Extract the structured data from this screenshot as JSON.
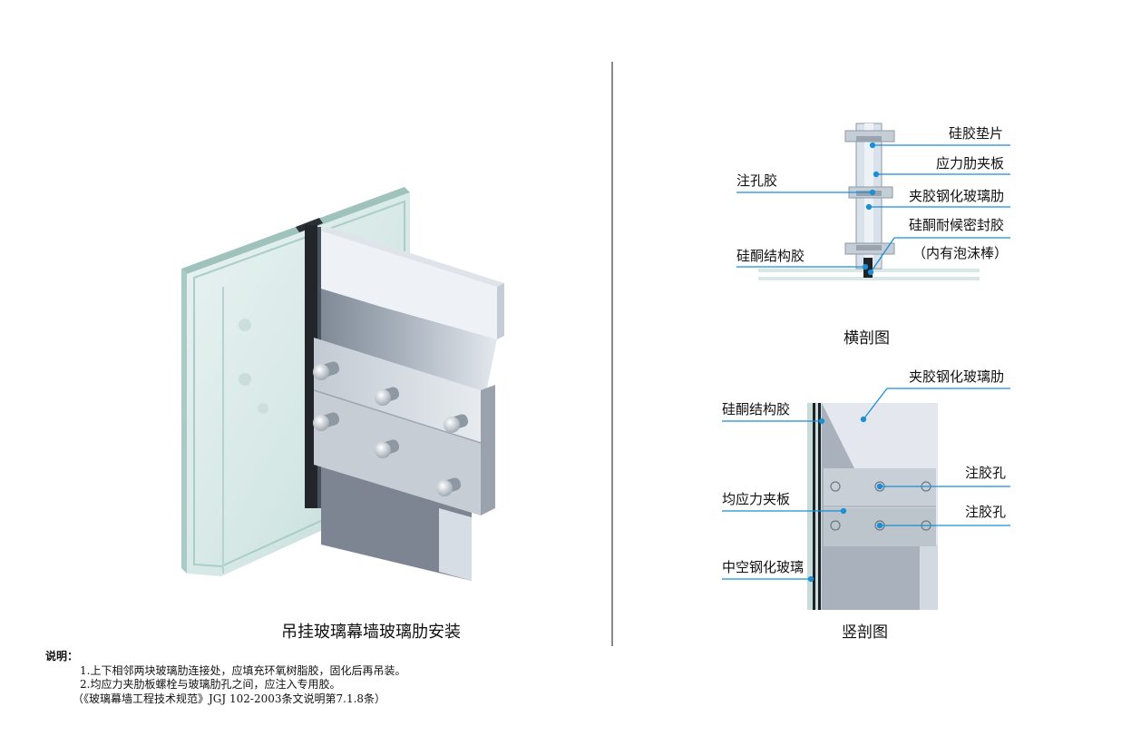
{
  "left_panel": {
    "title": "吊挂玻璃幕墙玻璃肋安装"
  },
  "cross_section": {
    "title": "横剖图",
    "labels": {
      "silicone_pad": "硅胶垫片",
      "stress_clamp_plate": "应力肋夹板",
      "injection_glue": "注孔胶",
      "laminated_tempered_rib": "夹胶钢化玻璃肋",
      "weather_sealant": "硅酮耐候密封胶",
      "foam_rod_note": "（内有泡沫棒）",
      "structural_glue": "硅酮结构胶"
    }
  },
  "vertical_section": {
    "title": "竖剖图",
    "labels": {
      "laminated_tempered_rib": "夹胶钢化玻璃肋",
      "structural_glue": "硅酮结构胶",
      "glue_hole_1": "注胶孔",
      "uniform_clamp_plate": "均应力夹板",
      "glue_hole_2": "注胶孔",
      "insulated_tempered_glass": "中空钢化玻璃"
    }
  },
  "notes": {
    "heading": "说明：",
    "line1": "1.上下相邻两块玻璃肋连接处，应填充环氧树脂胶，固化后再吊装。",
    "line2": "2.均应力夹肋板螺栓与玻璃肋孔之间，应注入专用胶。",
    "line3": "（《玻璃幕墙工程技术规范》JGJ 102-2003条文说明第7.1.8条）"
  },
  "colors": {
    "leader": "#1a8fd6",
    "glass": "#cfe3e0",
    "rib": "#c9d3df",
    "plate": "#b9c1ca"
  }
}
